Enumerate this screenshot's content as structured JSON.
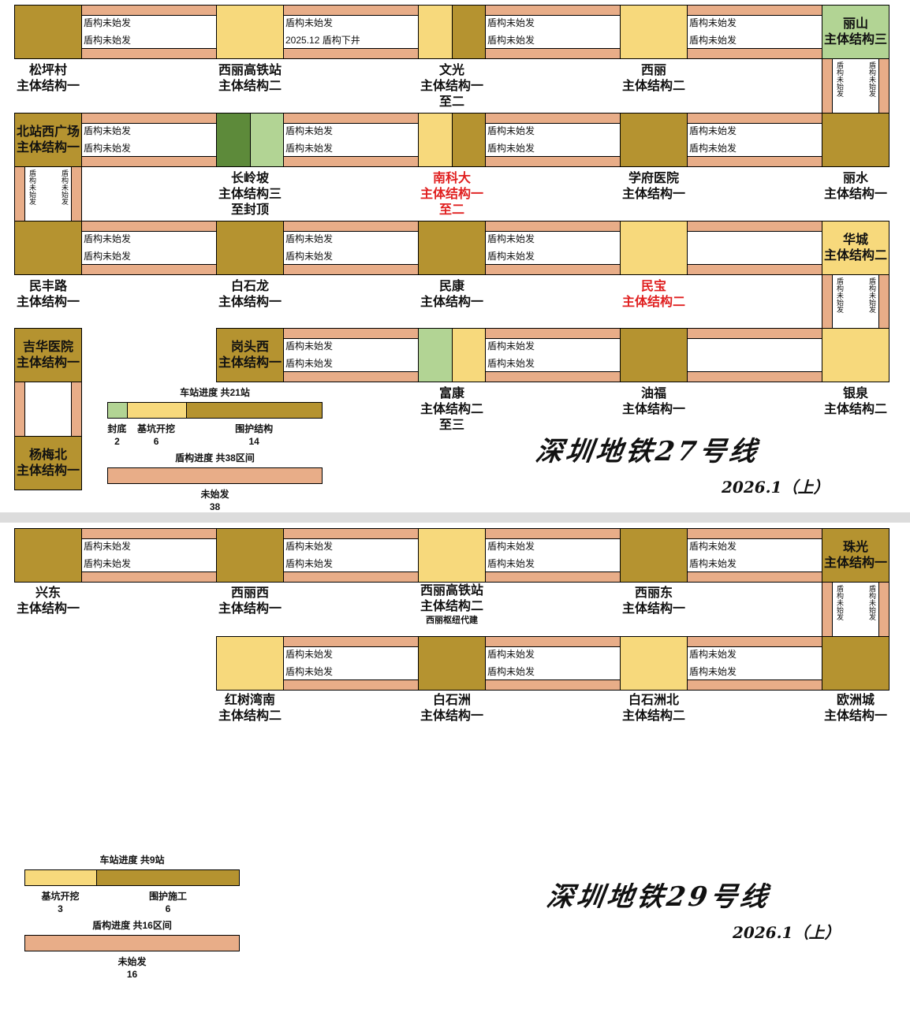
{
  "colors": {
    "sealed_bottom": "#b2d494",
    "pit_excavation": "#f7d97c",
    "enclosure": "#b59330",
    "main_complete": "#5d8a3a",
    "tunnel_not_started": "#e8ad88",
    "highlight_red": "#e02020"
  },
  "line27": {
    "title": "深圳地铁27号线",
    "date": "2026.1（上）",
    "stations": [
      {
        "name": "松坪村",
        "status": [
          "主体结构一"
        ]
      },
      {
        "name": "西丽高铁站",
        "status": [
          "主体结构二"
        ]
      },
      {
        "name": "文光",
        "status": [
          "主体结构一",
          "至二"
        ]
      },
      {
        "name": "西丽",
        "status": [
          "主体结构二"
        ]
      },
      {
        "name": "丽山",
        "status": [
          "主体结构三"
        ]
      },
      {
        "name": "北站西广场",
        "status": [
          "主体结构一"
        ]
      },
      {
        "name": "长岭坡",
        "status": [
          "主体结构三",
          "至封顶"
        ]
      },
      {
        "name": "南科大",
        "status": [
          "主体结构一",
          "至二"
        ]
      },
      {
        "name": "学府医院",
        "status": [
          "主体结构一"
        ]
      },
      {
        "name": "丽水",
        "status": [
          "主体结构一"
        ]
      },
      {
        "name": "民丰路",
        "status": [
          "主体结构一"
        ]
      },
      {
        "name": "白石龙",
        "status": [
          "主体结构一"
        ]
      },
      {
        "name": "民康",
        "status": [
          "主体结构一"
        ]
      },
      {
        "name": "民宝",
        "status": [
          "主体结构二"
        ]
      },
      {
        "name": "华城",
        "status": [
          "主体结构二"
        ]
      },
      {
        "name": "吉华医院",
        "status": [
          "主体结构一"
        ]
      },
      {
        "name": "岗头西",
        "status": [
          "主体结构一"
        ]
      },
      {
        "name": "富康",
        "status": [
          "主体结构二",
          "至三"
        ]
      },
      {
        "name": "油福",
        "status": [
          "主体结构一"
        ]
      },
      {
        "name": "银泉",
        "status": [
          "主体结构二"
        ]
      },
      {
        "name": "杨梅北",
        "status": [
          "主体结构一"
        ]
      }
    ],
    "tunnels": {
      "r1": [
        [
          "盾构未始发",
          "盾构未始发"
        ],
        [
          "盾构未始发",
          "2025.12 盾构下井"
        ],
        [
          "盾构未始发",
          "盾构未始发"
        ],
        [
          "盾构未始发",
          "盾构未始发"
        ]
      ],
      "r2": [
        [
          "盾构未始发",
          "盾构未始发"
        ],
        [
          "盾构未始发",
          "盾构未始发"
        ],
        [
          "盾构未始发",
          "盾构未始发"
        ],
        [
          "盾构未始发",
          "盾构未始发"
        ]
      ],
      "r3": [
        [
          "盾构未始发",
          "盾构未始发"
        ],
        [
          "盾构未始发",
          "盾构未始发"
        ],
        [
          "盾构未始发",
          "盾构未始发"
        ],
        [
          "",
          ""
        ]
      ],
      "r4": [
        [
          "盾构未始发",
          "盾构未始发"
        ],
        [
          "盾构未始发",
          "盾构未始发"
        ],
        [
          "",
          ""
        ]
      ],
      "v_right1": [
        "盾构未始发",
        "盾构未始发"
      ],
      "v_left1": [
        "盾构未始发",
        "盾构未始发"
      ],
      "v_right2": [
        "盾构未始发",
        "盾构未始发"
      ]
    },
    "legend": {
      "station_title": "车站进度 共21站",
      "station_items": [
        {
          "label": "封底",
          "count": "2"
        },
        {
          "label": "基坑开挖",
          "count": "6"
        },
        {
          "label": "围护结构",
          "count": "14"
        }
      ],
      "station_fractions": [
        2,
        6,
        14
      ],
      "tunnel_title": "盾构进度 共38区间",
      "tunnel_item": {
        "label": "未始发",
        "count": "38"
      }
    }
  },
  "line29": {
    "title": "深圳地铁29号线",
    "date": "2026.1（上）",
    "stations": [
      {
        "name": "兴东",
        "status": [
          "主体结构一"
        ]
      },
      {
        "name": "西丽西",
        "status": [
          "主体结构一"
        ]
      },
      {
        "name": "西丽高铁站",
        "status": [
          "主体结构二"
        ],
        "note": "西丽枢纽代建"
      },
      {
        "name": "西丽东",
        "status": [
          "主体结构一"
        ]
      },
      {
        "name": "珠光",
        "status": [
          "主体结构一"
        ]
      },
      {
        "name": "红树湾南",
        "status": [
          "主体结构二"
        ]
      },
      {
        "name": "白石洲",
        "status": [
          "主体结构一"
        ]
      },
      {
        "name": "白石洲北",
        "status": [
          "主体结构二"
        ]
      },
      {
        "name": "欧洲城",
        "status": [
          "主体结构一"
        ]
      }
    ],
    "tunnels": {
      "r1": [
        [
          "盾构未始发",
          "盾构未始发"
        ],
        [
          "盾构未始发",
          "盾构未始发"
        ],
        [
          "盾构未始发",
          "盾构未始发"
        ],
        [
          "盾构未始发",
          "盾构未始发"
        ]
      ],
      "r2": [
        [
          "盾构未始发",
          "盾构未始发"
        ],
        [
          "盾构未始发",
          "盾构未始发"
        ],
        [
          "盾构未始发",
          "盾构未始发"
        ]
      ],
      "v_right1": [
        "盾构未始发",
        "盾构未始发"
      ]
    },
    "legend": {
      "station_title": "车站进度 共9站",
      "station_items": [
        {
          "label": "基坑开挖",
          "count": "3"
        },
        {
          "label": "围护施工",
          "count": "6"
        }
      ],
      "station_fractions": [
        3,
        6
      ],
      "tunnel_title": "盾构进度 共16区间",
      "tunnel_item": {
        "label": "未始发",
        "count": "16"
      }
    }
  }
}
